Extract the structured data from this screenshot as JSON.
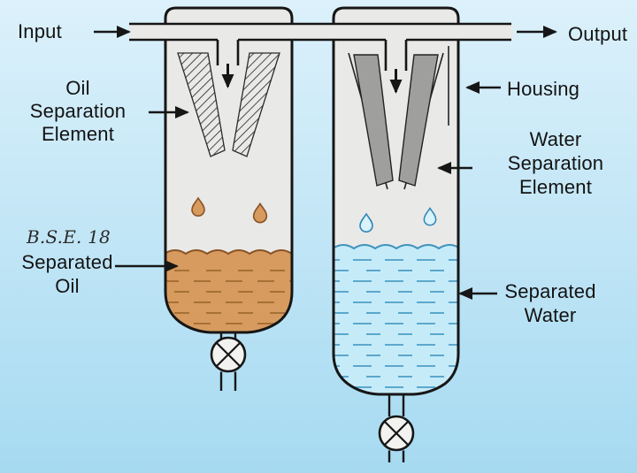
{
  "diagram": {
    "labels": {
      "input": "Input",
      "output": "Output",
      "oil_separation_element": "Oil\nSeparation\nElement",
      "housing": "Housing",
      "water_separation_element": "Water\nSeparation\nElement",
      "signature": "B.S.E. 18",
      "separated_oil": "Separated\nOil",
      "separated_water": "Separated\nWater"
    },
    "colors": {
      "background_top": "#dcf1fb",
      "background_bottom": "#a6daf1",
      "vessel_fill": "#e9e9e7",
      "outline": "#161616",
      "oil_fill": "#d79b5f",
      "oil_stripe": "#a06a2e",
      "water_fill": "#c6ebf8",
      "water_stripe": "#4d9fc7",
      "element_plate": "#9f9f9d"
    }
  }
}
